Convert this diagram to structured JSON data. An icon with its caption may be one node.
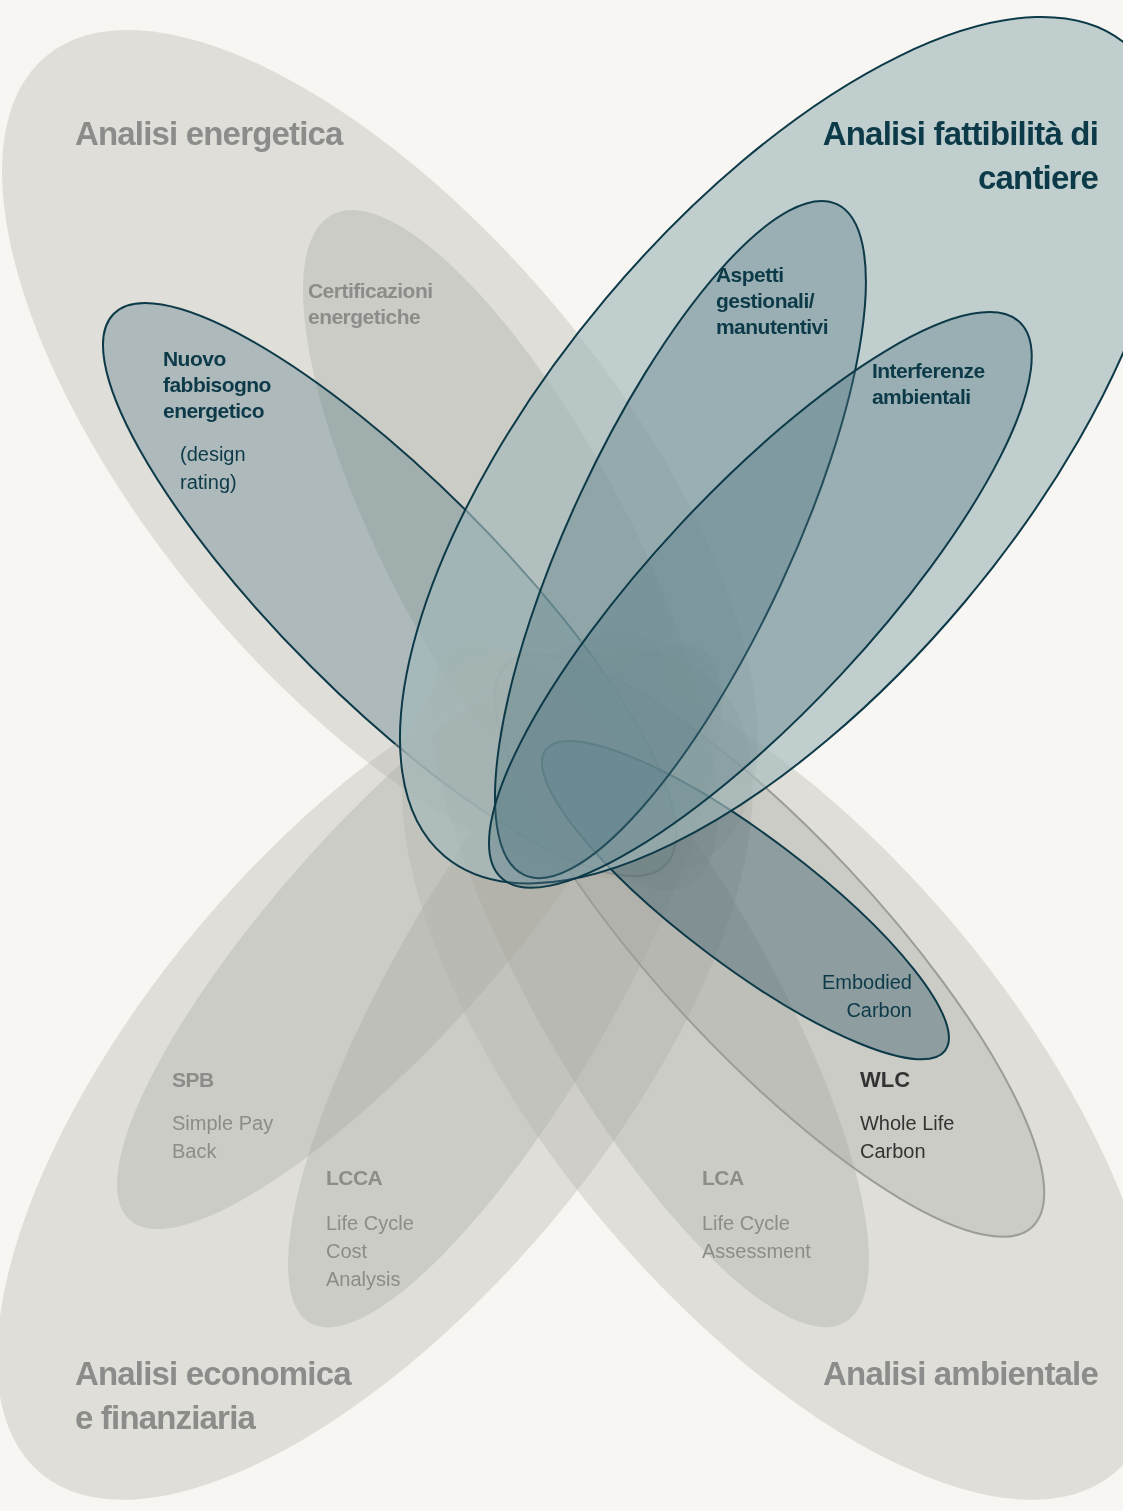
{
  "diagram": {
    "nodes": [
      {
        "text": [
          "Analisi energetica"
        ]
      },
      {
        "text": [
          "Analisi fattibilità di cantiere"
        ]
      },
      {
        "text": [
          "Certificazioni energetiche"
        ],
        "in": 0
      },
      {
        "text": [
          "Aspetti gestionali/ manutentivi"
        ],
        "in": 1
      },
      {
        "text": [
          "Nuovo fabbisogno energetico",
          "(design rating)"
        ],
        "in": 0
      },
      {
        "text": [
          "Interferenze ambientali"
        ],
        "in": 1
      },
      {
        "text": [
          "Embodied Carbon"
        ],
        "in": 7
      },
      {
        "text": [
          "WLC",
          "Whole Life Carbon"
        ],
        "in": 12
      },
      {
        "text": [
          "SPB",
          "Simple Pay Back"
        ],
        "in": 11
      },
      {
        "text": [
          "LCCA",
          "Life Cycle Cost Analysis"
        ],
        "in": 11
      },
      {
        "text": [
          "LCA",
          "Life Cycle Assessment"
        ],
        "in": 12
      },
      {
        "text": [
          "Analisi economica e finanziaria"
        ]
      },
      {
        "text": [
          "Analisi ambientale"
        ]
      }
    ]
  }
}
